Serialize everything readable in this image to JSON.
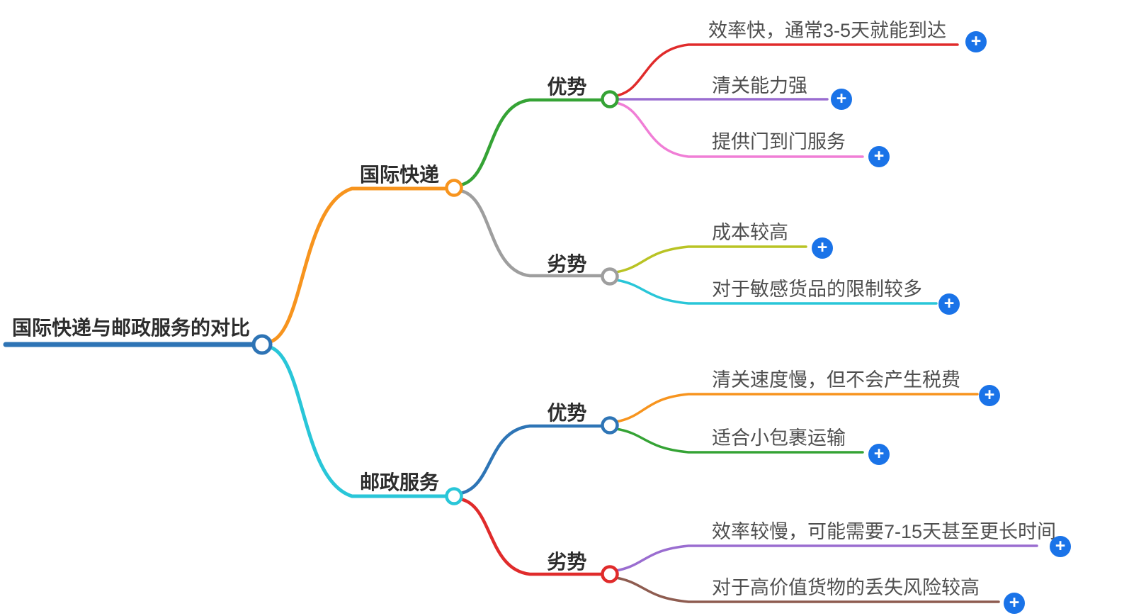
{
  "ui": {
    "add_button_label": "+",
    "add_button_color": "#1a73e8",
    "background_color": "#ffffff"
  },
  "tree": {
    "root": {
      "label": "国际快递与邮政服务的对比",
      "color": "#2e74b5"
    },
    "branches": [
      {
        "label": "国际快递",
        "color": "#f7941e",
        "children": [
          {
            "label": "优势",
            "color": "#35a335",
            "children": [
              {
                "label": "效率快，通常3-5天就能到达",
                "color": "#e02b2b"
              },
              {
                "label": "清关能力强",
                "color": "#9a6dd0"
              },
              {
                "label": "提供门到门服务",
                "color": "#f07ed6"
              }
            ]
          },
          {
            "label": "劣势",
            "color": "#9e9e9e",
            "children": [
              {
                "label": "成本较高",
                "color": "#b9c324"
              },
              {
                "label": "对于敏感货品的限制较多",
                "color": "#29c6d8"
              }
            ]
          }
        ]
      },
      {
        "label": "邮政服务",
        "color": "#29c6d8",
        "children": [
          {
            "label": "优势",
            "color": "#2e75b6",
            "children": [
              {
                "label": "清关速度慢，但不会产生税费",
                "color": "#f7941e"
              },
              {
                "label": "适合小包裹运输",
                "color": "#35a335"
              }
            ]
          },
          {
            "label": "劣势",
            "color": "#e02b2b",
            "children": [
              {
                "label": "效率较慢，可能需要7-15天甚至更长时间",
                "color": "#9a6dd0"
              },
              {
                "label": "对于高价值货物的丢失风险较高",
                "color": "#8e5c50"
              }
            ]
          }
        ]
      }
    ]
  }
}
